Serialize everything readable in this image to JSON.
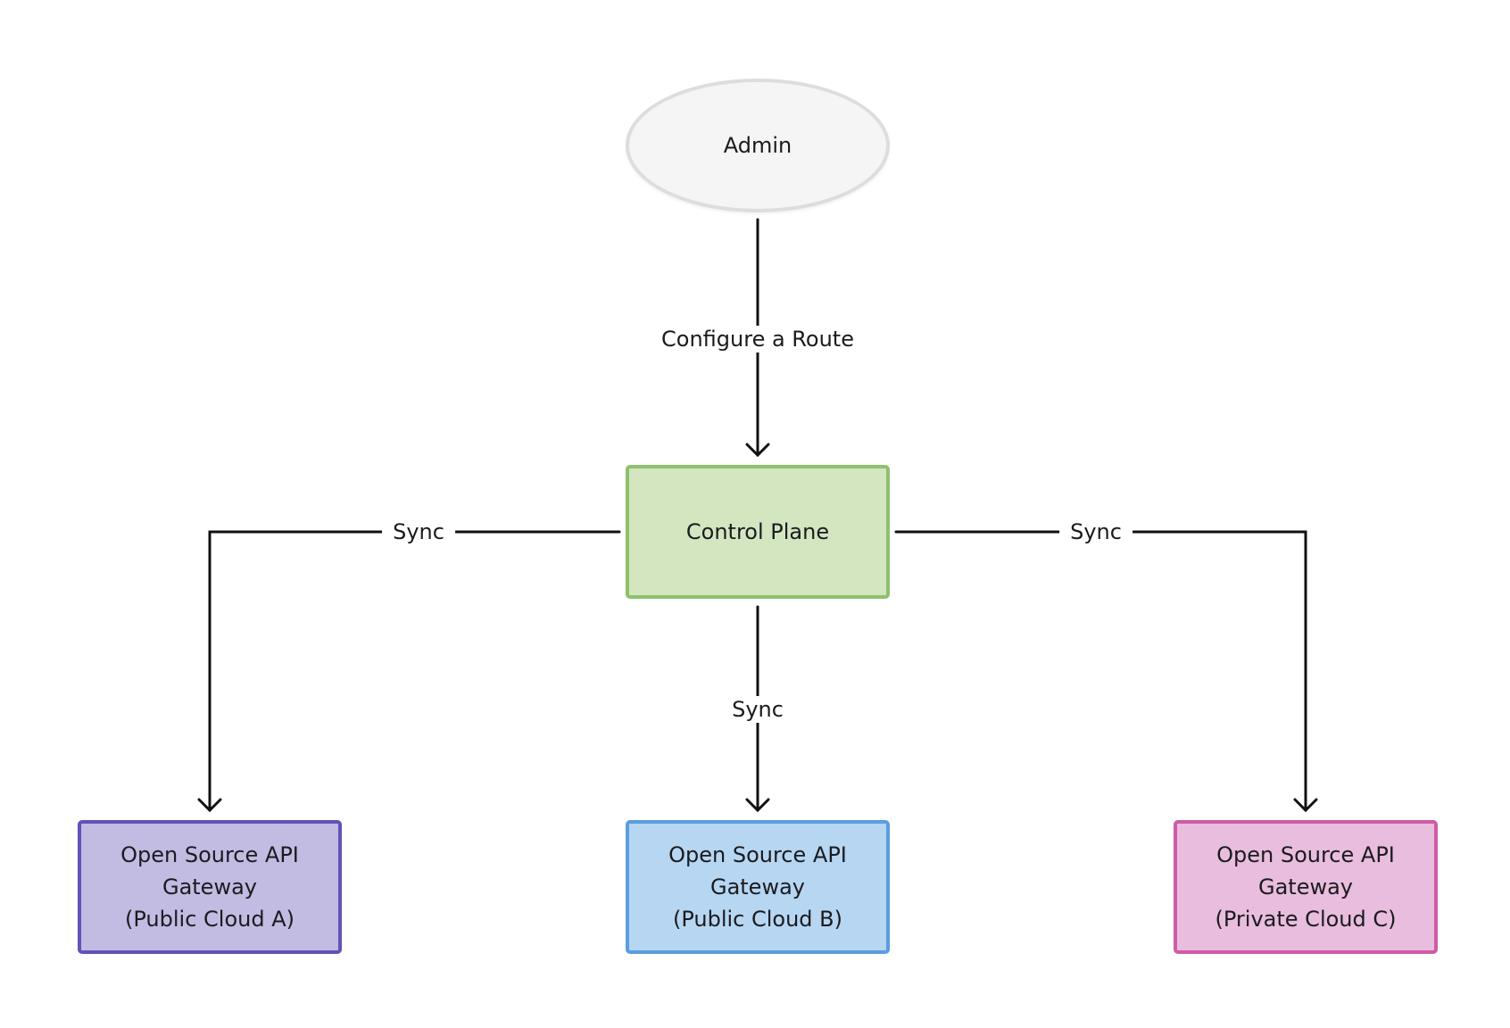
{
  "diagram": {
    "nodes": {
      "admin": "Admin",
      "control_plane": "Control Plane",
      "gateway_a": "Open Source API\nGateway\n(Public Cloud A)",
      "gateway_b": "Open Source API\nGateway\n(Public Cloud B)",
      "gateway_c": "Open Source API\nGateway\n(Private Cloud C)"
    },
    "edges": {
      "configure": "Configure a Route",
      "sync_left": "Sync",
      "sync_center": "Sync",
      "sync_right": "Sync"
    }
  }
}
